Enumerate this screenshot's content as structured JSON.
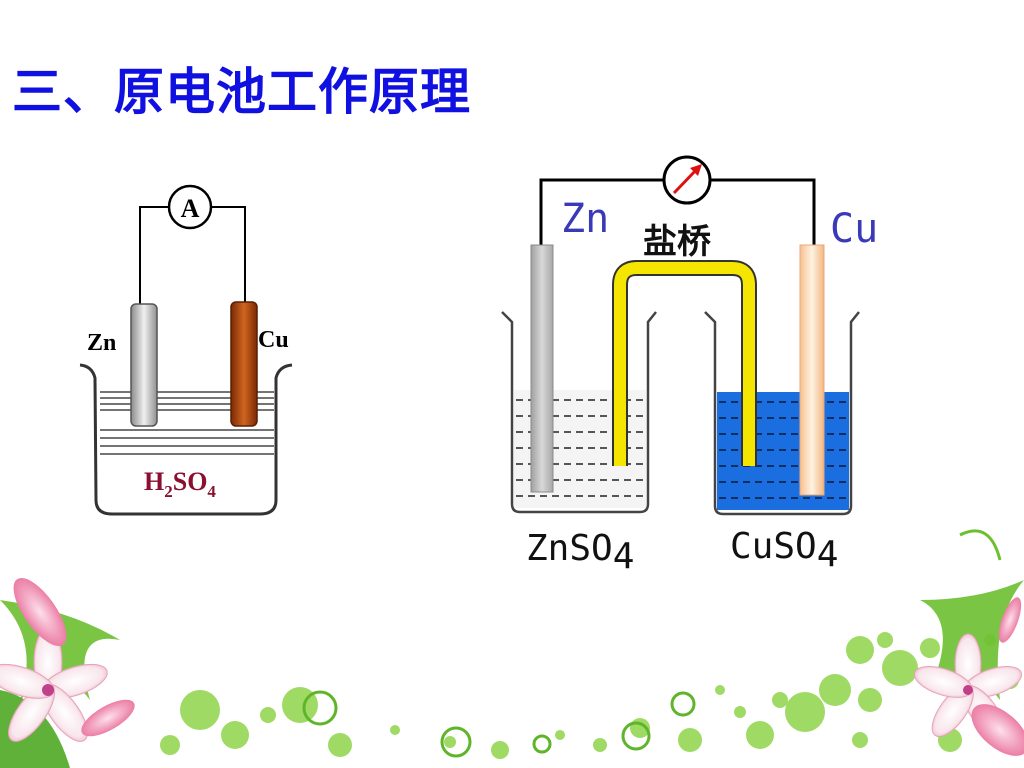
{
  "slide": {
    "title": "三、原电池工作原理"
  },
  "diagram_left": {
    "ammeter_label": "A",
    "zn_label": "Zn",
    "cu_label": "Cu",
    "electrolyte": {
      "base1": "H",
      "sub1": "2",
      "base2": "SO",
      "sub2": "4"
    },
    "colors": {
      "label_text": "#000000",
      "electrolyte_text": "#8b1030",
      "zinc": "#c8c8c8",
      "copper": "#b84a12"
    }
  },
  "diagram_right": {
    "zn_label": "Zn",
    "cu_label": "Cu",
    "salt_bridge_label": "盐桥",
    "left_solution": {
      "base": "ZnSO",
      "sub": "4"
    },
    "right_solution": {
      "base": "CuSO",
      "sub": "4"
    },
    "colors": {
      "electrode_label": "#3a3ab8",
      "cuso4_solution": "#1a6ee0",
      "salt_bridge": "#f4e600",
      "meter_needle": "#e01010"
    },
    "icons": [
      "galvanometer-icon"
    ]
  },
  "decoration": {
    "icons": [
      "lily-flower-icon",
      "green-dots-icon"
    ]
  }
}
